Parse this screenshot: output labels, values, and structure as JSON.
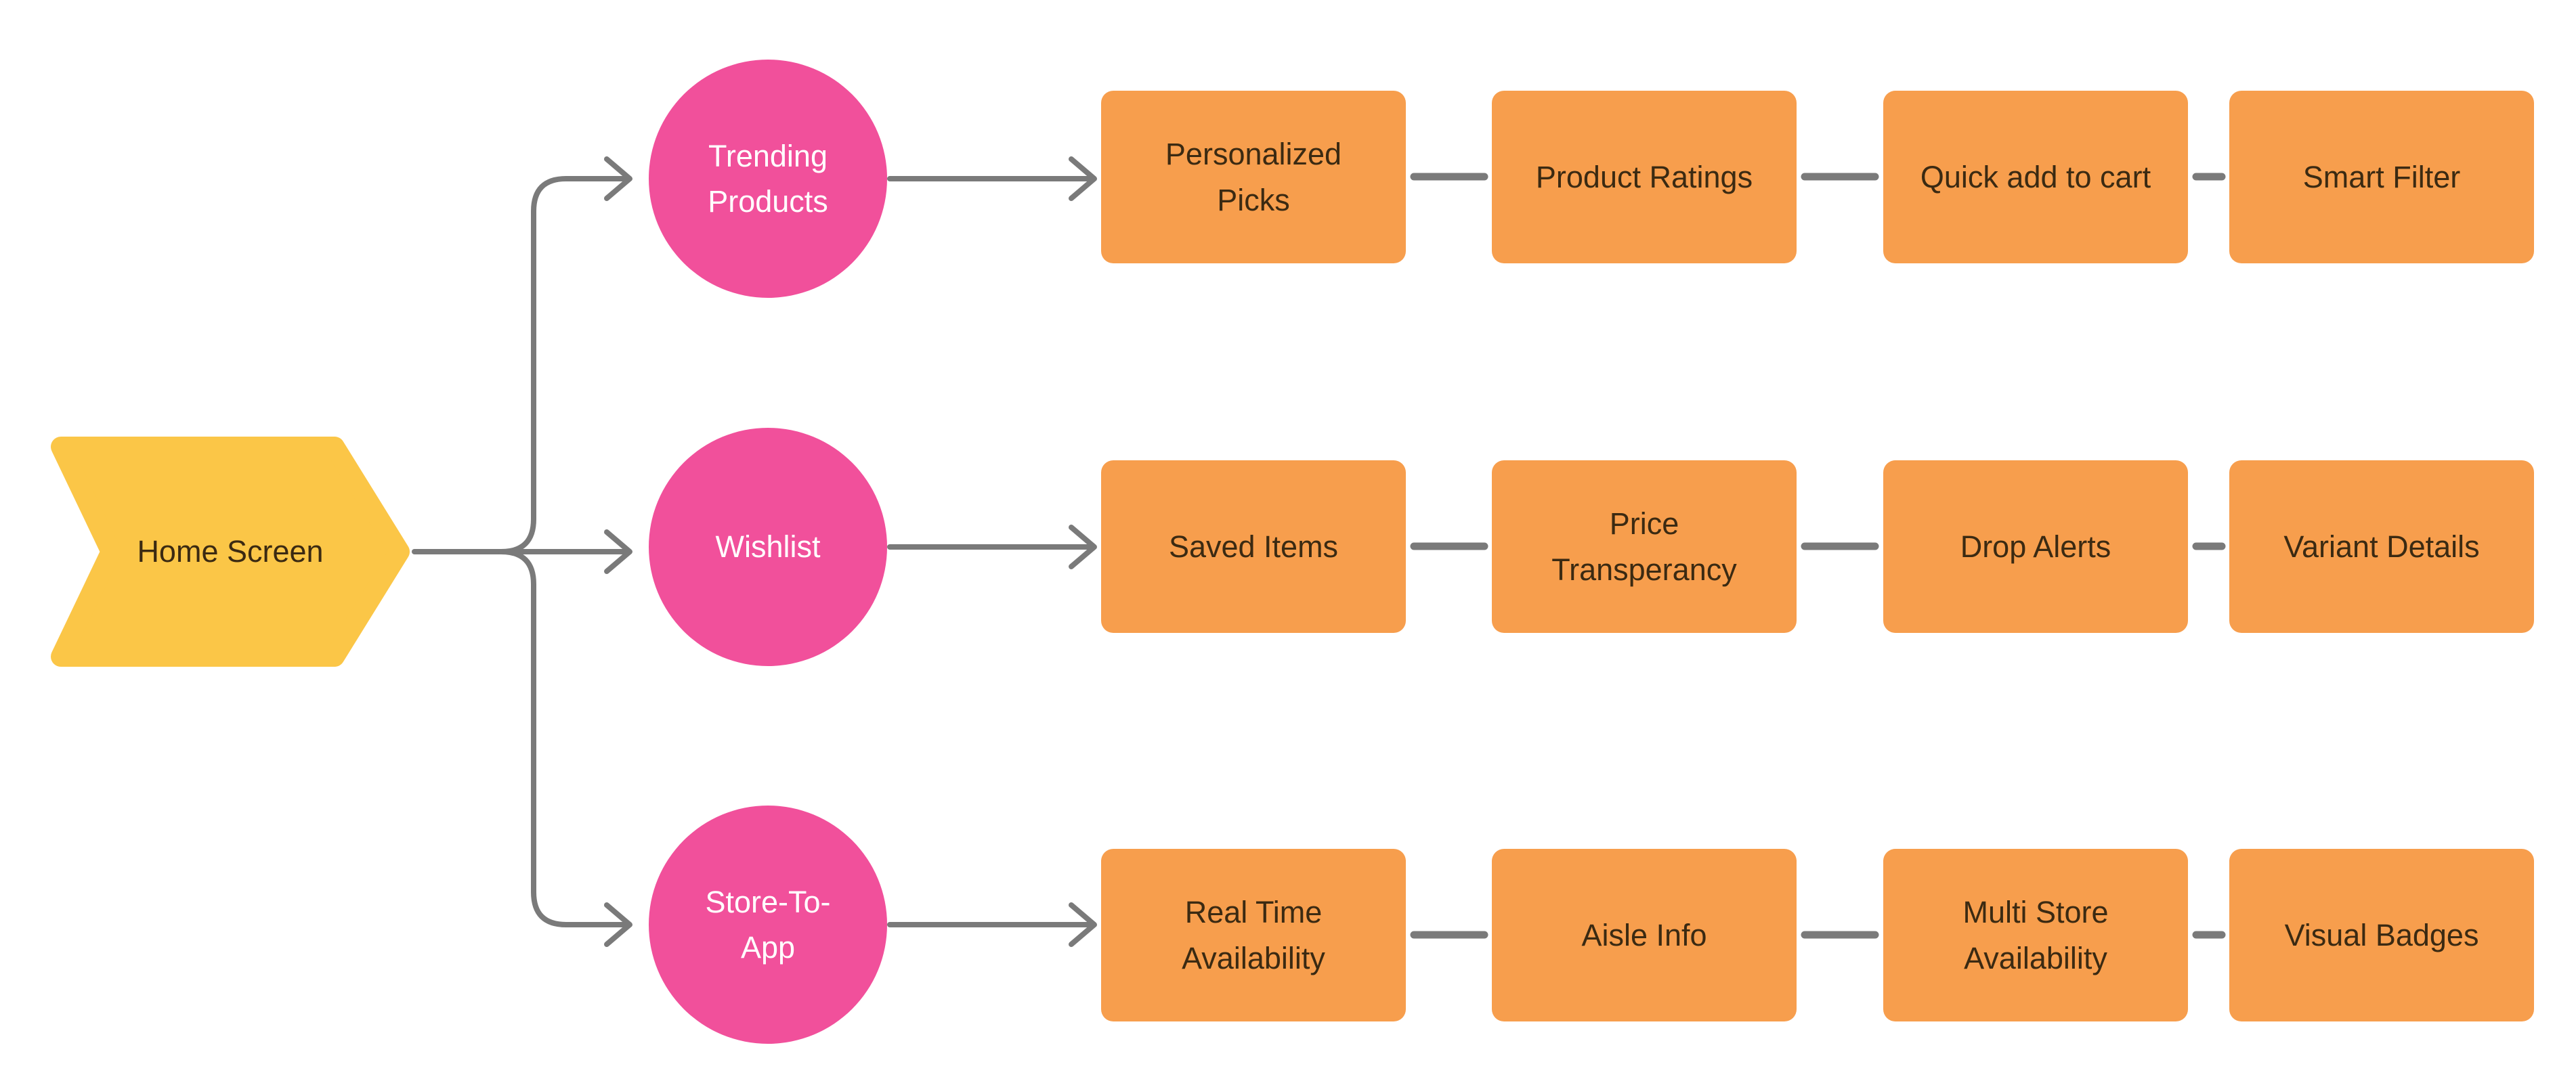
{
  "diagram": {
    "background": "#ffffff",
    "palette": {
      "root_fill": "#FBC647",
      "hub_fill": "#F1509B",
      "step_fill": "#F79E4D",
      "connector_gray": "#7A7A7A",
      "dark_text": "#3B2A12",
      "light_text": "#FFFFFF"
    },
    "root": {
      "label": "Home Screen",
      "shape": "chevron"
    },
    "branches": [
      {
        "hub": "Trending Products",
        "steps": [
          "Personalized Picks",
          "Product Ratings",
          "Quick add to cart",
          "Smart Filter"
        ]
      },
      {
        "hub": "Wishlist",
        "steps": [
          "Saved Items",
          "Price Transperancy",
          "Drop Alerts",
          "Variant Details"
        ]
      },
      {
        "hub": "Store-To-App",
        "steps": [
          "Real Time Availability",
          "Aisle Info",
          "Multi Store Availability",
          "Visual Badges"
        ]
      }
    ]
  }
}
